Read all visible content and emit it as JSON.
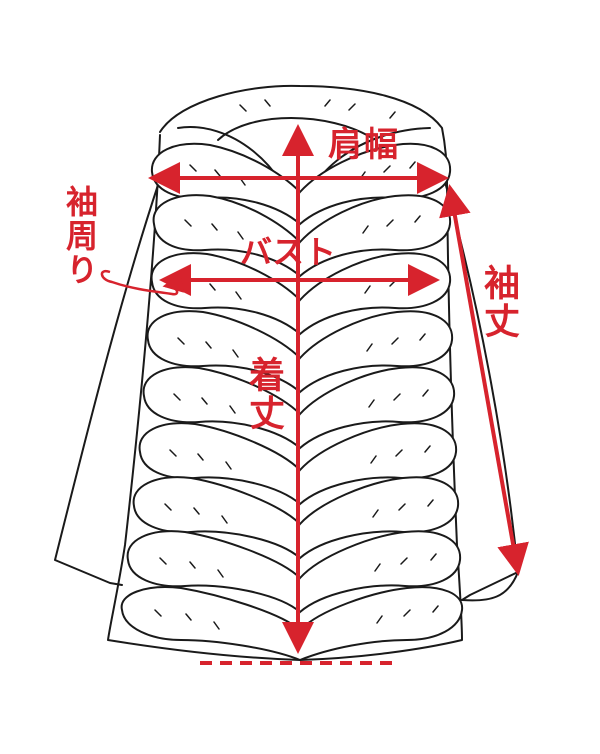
{
  "diagram": {
    "accent_color": "#d7232d",
    "line_color": "#1a1a1a",
    "subject": "hooded-puffer-coat-icon",
    "labels": {
      "shoulder_width": "肩幅",
      "bust": "バスト",
      "body_length": "着丈",
      "sleeve_length": "袖丈",
      "sleeve_circumference": "袖周り"
    }
  }
}
